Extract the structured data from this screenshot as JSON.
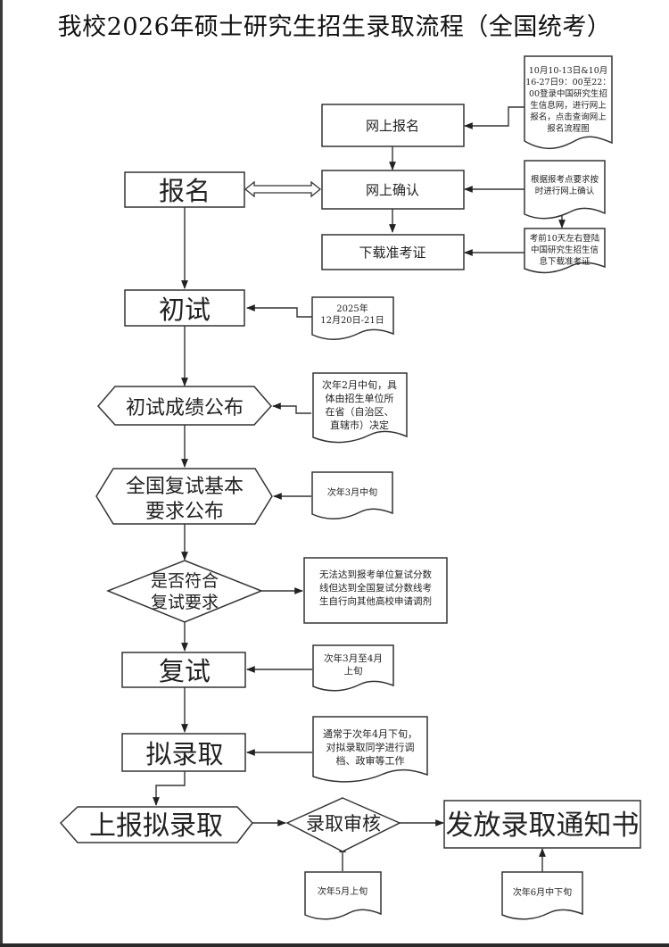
{
  "title": "我校2026年硕士研究生招生录取流程（全国统考）",
  "main_steps": {
    "registration": "报名",
    "prelim_exam": "初试",
    "prelim_results": "初试成绩公布",
    "national_requirements": [
      "全国复试基本",
      "要求公布"
    ],
    "decision": [
      "是否符合",
      "复试要求"
    ],
    "retest": "复试",
    "proposed_admission": "拟录取",
    "report_admission": "上报拟录取",
    "admission_review": "录取审核",
    "issue_notice": "发放录取通知书"
  },
  "registration_substeps": {
    "online_registration": "网上报名",
    "online_confirmation": "网上确认",
    "download_ticket": "下载准考证"
  },
  "notes": {
    "online_registration": [
      "10月10-13日&10月",
      "16-27日9：00至22：",
      "00登录中国研究生招",
      "生信息网，进行网上",
      "报名，点击查询网上",
      "报名流程图"
    ],
    "online_confirmation": [
      "根据报考点要求按",
      "时进行网上确认"
    ],
    "download_ticket": [
      "考前10天左右登陆",
      "中国研究生招生信",
      "息下载准考证"
    ],
    "prelim_exam": [
      "2025年",
      "12月20日-21日"
    ],
    "prelim_results": [
      "次年2月中旬，具",
      "体由招生单位所",
      "在省（自治区、",
      "直辖市）决定"
    ],
    "national_requirements": [
      "次年3月中旬"
    ],
    "decision_no": [
      "无法达到报考单位复试分数",
      "线但达到全国复试分数线考",
      "生自行向其他高校申请调剂"
    ],
    "retest": [
      "次年3月至4月",
      "上旬"
    ],
    "proposed_admission": [
      "通常于次年4月下旬，",
      "对拟录取同学进行调",
      "档、政审等工作"
    ],
    "admission_review": [
      "次年5月上旬"
    ],
    "issue_notice": [
      "次年6月中下旬"
    ]
  }
}
